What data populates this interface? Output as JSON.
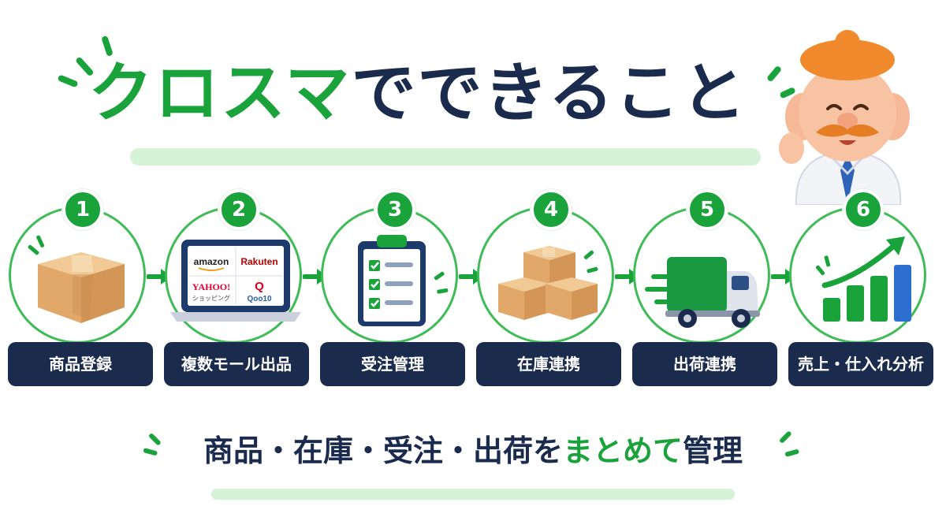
{
  "title": {
    "part1": "クロスマ",
    "part2": "でできること"
  },
  "steps": [
    {
      "number": "1",
      "label": "商品登録",
      "icon": "cardboard-box-icon"
    },
    {
      "number": "2",
      "label": "複数モール出品",
      "icon": "laptop-marketplaces-icon",
      "marketplaces": [
        "amazon",
        "Rakuten",
        "YAHOO!",
        "ショッピング",
        "Q",
        "Qoo10"
      ]
    },
    {
      "number": "3",
      "label": "受注管理",
      "icon": "clipboard-checklist-icon"
    },
    {
      "number": "4",
      "label": "在庫連携",
      "icon": "stacked-boxes-icon"
    },
    {
      "number": "5",
      "label": "出荷連携",
      "icon": "delivery-truck-icon"
    },
    {
      "number": "6",
      "label": "売上・仕入れ分析",
      "icon": "growth-chart-icon"
    }
  ],
  "subtitle": {
    "part1": "商品・在庫・受注・出荷を",
    "part2": "まとめて",
    "part3": "管理"
  },
  "colors": {
    "green": "#1aa33b",
    "navy": "#1b2b4e",
    "light_green": "#d6f2d9",
    "box": "#e7b57c"
  }
}
